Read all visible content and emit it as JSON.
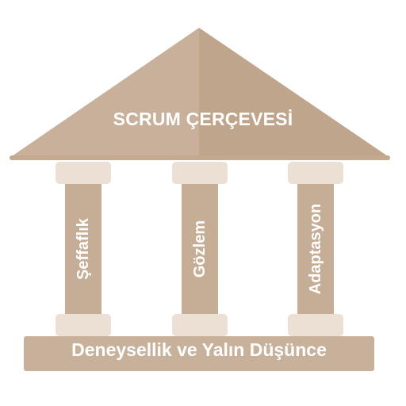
{
  "roof": {
    "title": "SCRUM ÇERÇEVESİ"
  },
  "pillars": [
    {
      "label": "Şeffaflık"
    },
    {
      "label": "Gözlem"
    },
    {
      "label": "Adaptasyon"
    }
  ],
  "foundation": {
    "label": "Deneysellik ve Yalın Düşünce"
  },
  "colors": {
    "roof_light": "#c9b09a",
    "roof_dark": "#bfa58c",
    "column": "#c5ad96",
    "cap": "#ebe0d3",
    "base": "#c8b19b",
    "text": "#ffffff"
  }
}
